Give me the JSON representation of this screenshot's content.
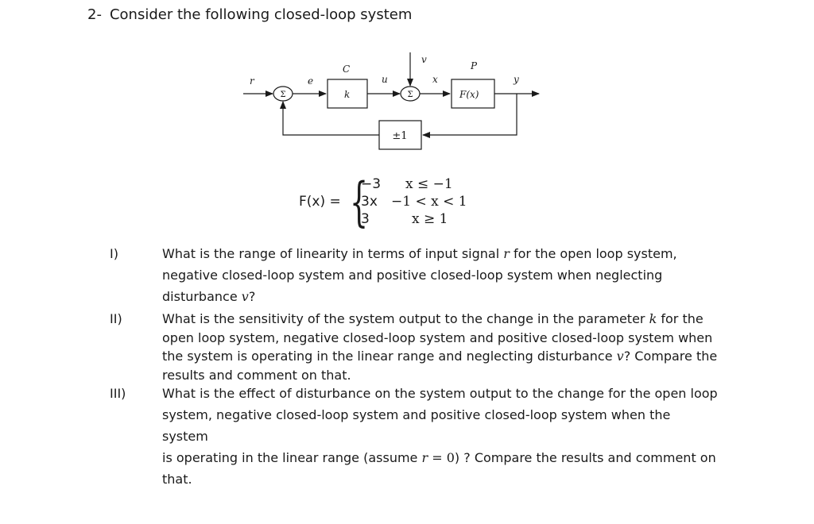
{
  "heading": {
    "number": "2-",
    "text": "Consider the following closed-loop system"
  },
  "diagram": {
    "signal_r": "r",
    "signal_e": "e",
    "signal_u": "u",
    "signal_v": "v",
    "signal_x": "x",
    "signal_y": "y",
    "block_C_label": "C",
    "block_C_content": "k",
    "block_P_label": "P",
    "block_P_content": "F(x)",
    "sum_symbol": "Σ",
    "feedback_gain": "±1"
  },
  "equation": {
    "lhs": "F(x) =",
    "cases": [
      {
        "value": "−3",
        "condition": "x ≤ −1"
      },
      {
        "value": "3x",
        "condition": "−1 < x < 1"
      },
      {
        "value": "3",
        "condition": "x ≥ 1"
      }
    ]
  },
  "questions": [
    {
      "label": "I)",
      "lines": [
        [
          "What is the range of linearity in terms of input signal ",
          {
            "m": "r"
          },
          " for the open loop system,"
        ],
        [
          "negative closed-loop system and positive closed-loop system when neglecting"
        ],
        [
          "disturbance ",
          {
            "m": "v"
          },
          "?"
        ]
      ]
    },
    {
      "label": "II)",
      "lines": [
        [
          "What is the sensitivity of the system output to the change in the parameter ",
          {
            "m": "k"
          },
          " for the"
        ],
        [
          "open loop system, negative closed-loop system and positive closed-loop system when"
        ],
        [
          "the system is operating in the linear range and neglecting disturbance ",
          {
            "m": "v"
          },
          "? Compare the"
        ],
        [
          "results and comment on that."
        ]
      ]
    },
    {
      "label": "III)",
      "lines": [
        [
          "What is the effect of disturbance on the system output to the change for the open loop"
        ],
        [
          "system, negative closed-loop system and positive closed-loop system when the system"
        ],
        [
          "is operating in the linear range (assume ",
          {
            "m": "r"
          },
          {
            "n": " = 0"
          },
          ") ? Compare the results and comment on"
        ],
        [
          "that."
        ]
      ]
    }
  ]
}
